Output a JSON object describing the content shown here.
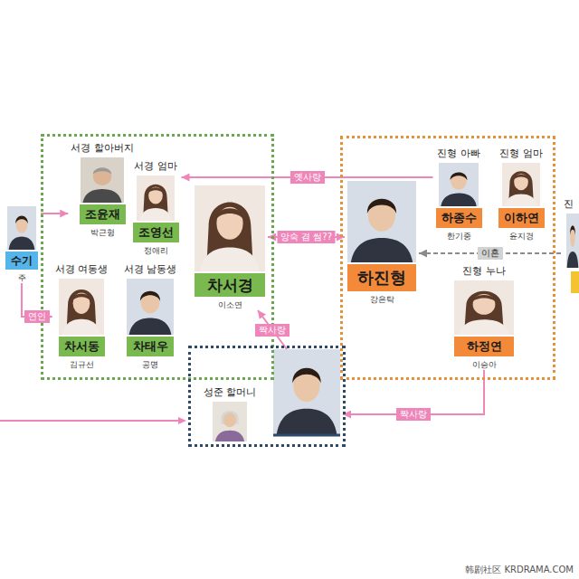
{
  "diagram": {
    "nodes": [
      {
        "text": [
          "수기",
          "주"
        ]
      },
      {},
      {
        "text": [
          "서경 할아버지",
          "조윤재",
          "박근형"
        ],
        "in": 1
      },
      {
        "text": [
          "서경 엄마",
          "조영선",
          "정애리"
        ],
        "in": 1
      },
      {
        "text": [
          "차서경",
          "이소연"
        ],
        "in": 1
      },
      {
        "text": [
          "서경 여동생",
          "차서동",
          "김규선"
        ],
        "in": 1
      },
      {
        "text": [
          "서경 남동생",
          "차태우",
          "공명"
        ],
        "in": 1
      },
      {},
      {
        "text": [
          "진형 아빠",
          "하종수",
          "한기중"
        ],
        "in": 7
      },
      {
        "text": [
          "진형 엄마",
          "이하연",
          "윤지경"
        ],
        "in": 7
      },
      {
        "text": [
          "하진형",
          "강은탁"
        ],
        "in": 7
      },
      {
        "text": [
          "진형 누나",
          "하정연",
          "이승아"
        ],
        "in": 7
      },
      {
        "text": [
          "진"
        ]
      },
      {},
      {
        "text": [
          "성준 할머니"
        ],
        "in": 13
      },
      {
        "in": 13
      }
    ],
    "edges": [
      {
        "from": 0,
        "to": 2,
        "arrow": "to"
      },
      {
        "from": 0,
        "to": 5,
        "label": "연인",
        "arrow": "to"
      },
      {
        "from": 8,
        "to": 3,
        "label": "옛사랑",
        "arrow": "to"
      },
      {
        "from": 4,
        "to": 10,
        "label": "앙숙 겸 썸??",
        "arrow": "both"
      },
      {
        "from": 12,
        "to": 10,
        "label": "이혼",
        "arrow": "to"
      },
      {
        "from": 15,
        "to": 4,
        "label": "짝사랑",
        "arrow": "to"
      },
      {
        "from": 11,
        "to": 15,
        "label": "짝사랑",
        "arrow": "to"
      }
    ],
    "labels": [
      "韩剧社区 KRDRAMA.COM"
    ]
  }
}
